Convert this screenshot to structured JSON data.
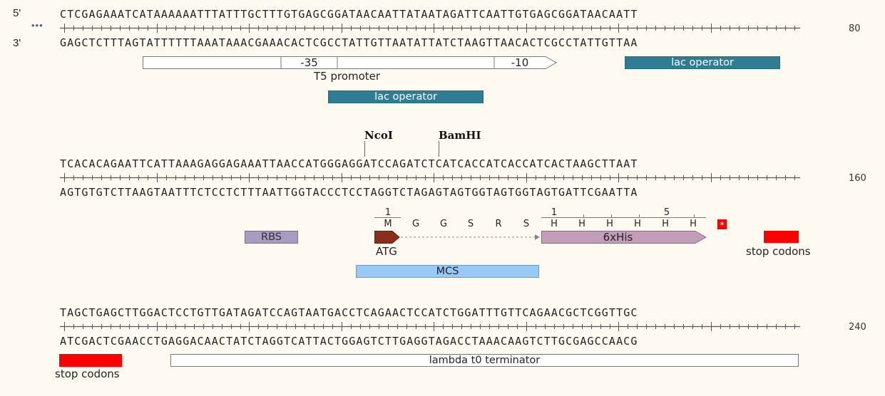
{
  "strand_labels": {
    "five_prime": "5'",
    "three_prime": "3'",
    "ellipsis": "•••"
  },
  "rows": [
    {
      "top": "CTCGAGAAATCATAAAAAATTTATTTGCTTTGTGAGCGGATAACAATTATAATAGATTCAATTGTGAGCGGATAACAATT",
      "bottom": "GAGCTCTTTAGTATTTTTTAAATAAACGAAACACTCGCCTATTGTTAATATTATCTAAGTTAACACTCGCCTATTGTTAA",
      "position": "80"
    },
    {
      "top": "TCACACAGAATTCATTAAAGAGGAGAAATTAACCATGGGAGGATCCAGATCTCATCACCATCACCATCACTAAGCTTAAT",
      "bottom": "AGTGTGTCTTAAGTAATTTCTCCTCTTTAATTGGTACCCTCCTAGGTCTAGAGTAGTGGTAGTGGTAGTGATTCGAATTA",
      "position": "160"
    },
    {
      "top": "TAGCTGAGCTTGGACTCCTGTTGATAGATCCAGTAATGACCTCAGAACTCCATCTGGATTTGTTCAGAACGCTCGGTTGC",
      "bottom": "ATCGACTCGAACCTGAGGACAACTATCTAGGTCATTACTGGAGTCTTGAGGTAGACCTAAACAAGTCTTGCGAGCCAACG",
      "position": "240"
    }
  ],
  "features": {
    "minus35": "-35",
    "minus10": "-10",
    "t5_promoter": "T5 promoter",
    "lac_operator_1": "lac operator",
    "lac_operator_2": "lac operator",
    "ncoi": "NcoI",
    "bamhi": "BamHI",
    "rbs": "RBS",
    "atg": "ATG",
    "his_tag": "6xHis",
    "mcs": "MCS",
    "stop_codons_1": "stop codons",
    "stop_codons_2": "stop codons",
    "lambda_terminator": "lambda t0 terminator",
    "stop_star": "*"
  },
  "translation": {
    "first_index": "1",
    "his_index_1": "1",
    "his_index_5": "5",
    "residues": [
      "M",
      "G",
      "G",
      "S",
      "R",
      "S",
      "H",
      "H",
      "H",
      "H",
      "H",
      "H"
    ]
  },
  "colors": {
    "operator": "#2f7d94",
    "rbs": "#a99cc0",
    "atg": "#8b2e1c",
    "his_tag": "#c39eb8",
    "mcs": "#99c9f5",
    "stop": "#ff0000"
  }
}
